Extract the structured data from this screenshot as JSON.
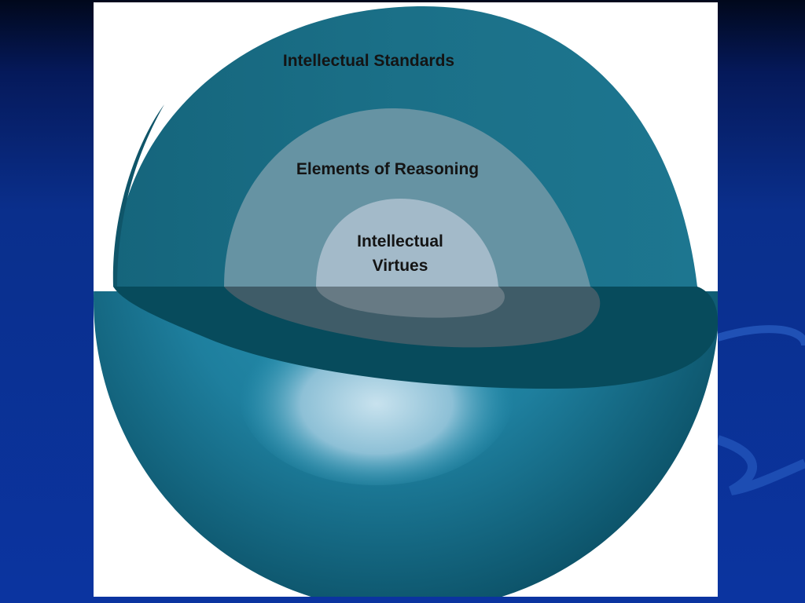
{
  "diagram": {
    "layers": [
      {
        "id": "outer",
        "label": "Intellectual Standards"
      },
      {
        "id": "middle",
        "label": "Elements of Reasoning"
      },
      {
        "id": "inner",
        "label_lines": [
          "Intellectual",
          "Virtues"
        ]
      }
    ]
  },
  "colors": {
    "slide_background": "#0a2f8c",
    "slide_background_top": "#020b22",
    "panel": "#ffffff",
    "outer_layer": "#1b7088",
    "middle_layer": "#6693a3",
    "inner_layer": "#a3bac9",
    "cut_plane": "#074b5c",
    "label_text": "#141414"
  }
}
